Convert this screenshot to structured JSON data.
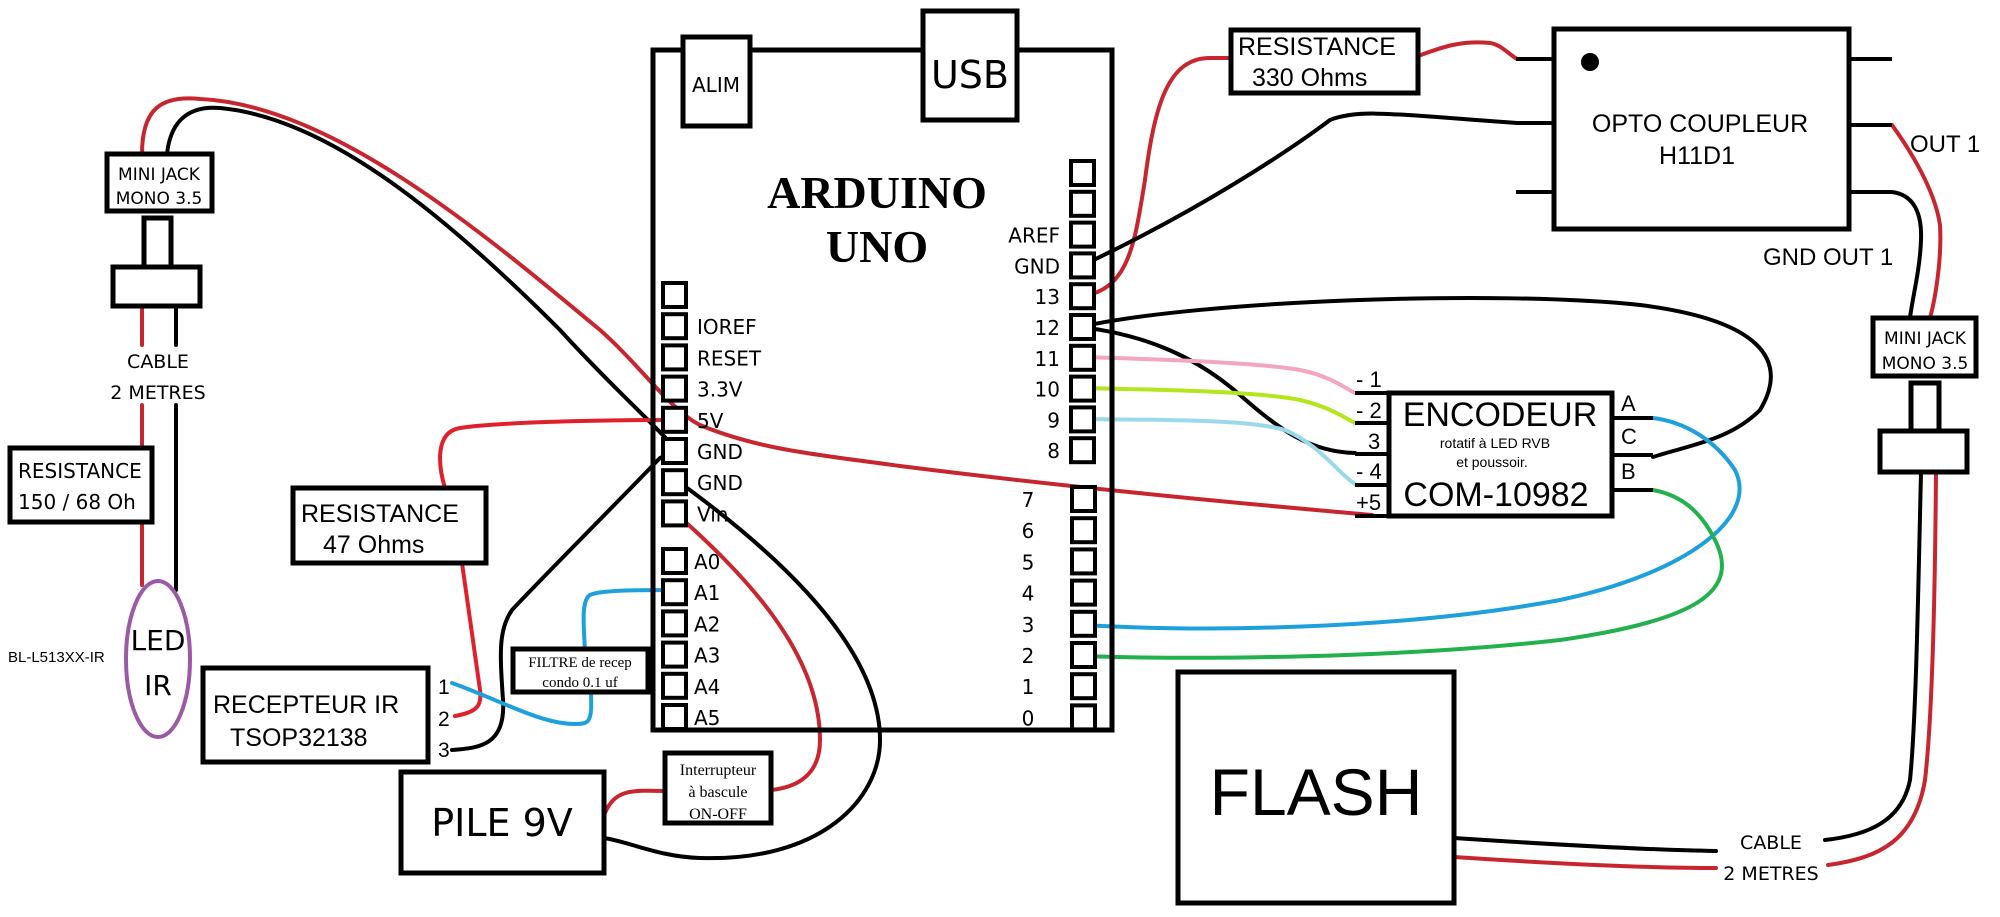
{
  "colors": {
    "red": "#c8262e",
    "bright_red": "#e0202c",
    "black": "#000000",
    "pink": "#f2a6c2",
    "lime": "#b5e61d",
    "light_blue": "#99d9ea",
    "blue": "#1ea0dc",
    "green": "#22b14c",
    "purple": "#9b59a6"
  },
  "left_jack": {
    "label_line1": "MINI JACK",
    "label_line2": "MONO 3.5",
    "cable_line1": "CABLE",
    "cable_line2": "2 METRES"
  },
  "resistor_led": {
    "line1": "RESISTANCE",
    "line2": "150 / 68 Oh"
  },
  "led": {
    "line1": "LED",
    "line2": "IR",
    "part_number": "BL-L513XX-IR"
  },
  "resistor_47": {
    "line1": "RESISTANCE",
    "line2": "47 Ohms"
  },
  "receiver": {
    "line1": "RECEPTEUR IR",
    "line2": "TSOP32138",
    "pins": [
      "1",
      "2",
      "3"
    ]
  },
  "filter": {
    "line1": "FILTRE de recep",
    "line2": "condo 0.1 uf"
  },
  "battery": {
    "label": "PILE 9V"
  },
  "switch": {
    "line1": "Interrupteur",
    "line2": "à bascule",
    "line3": "ON-OFF"
  },
  "arduino": {
    "title_line1": "ARDUINO",
    "title_line2": "UNO",
    "power_jack": "ALIM",
    "usb": "USB",
    "left_pins": [
      "",
      "IOREF",
      "RESET",
      "3.3V",
      "5V",
      "GND",
      "GND",
      "Vin"
    ],
    "analog_pins": [
      "A0",
      "A1",
      "A2",
      "A3",
      "A4",
      "A5"
    ],
    "right_pins_top": [
      "",
      "",
      "AREF",
      "GND",
      "13",
      "12",
      "11",
      "10",
      "9",
      "8"
    ],
    "right_pins_bottom": [
      "7",
      "6",
      "5",
      "4",
      "3",
      "2",
      "1",
      "0"
    ]
  },
  "resistor_330": {
    "line1": "RESISTANCE",
    "line2": "330 Ohms"
  },
  "optocoupler": {
    "line1": "OPTO COUPLEUR",
    "line2": "H11D1",
    "out_label": "OUT 1",
    "gnd_label": "GND OUT 1"
  },
  "right_jack": {
    "label_line1": "MINI JACK",
    "label_line2": "MONO 3.5"
  },
  "encoder": {
    "line1": "ENCODEUR",
    "line2": "rotatif à LED RVB",
    "line3": "et poussoir.",
    "line4": "COM-10982",
    "left_pins": [
      "- 1",
      "- 2",
      "3",
      "- 4",
      "+5"
    ],
    "right_pins": [
      "A",
      "C",
      "B"
    ]
  },
  "flash": {
    "label": "FLASH",
    "cable_line1": "CABLE",
    "cable_line2": "2 METRES"
  }
}
